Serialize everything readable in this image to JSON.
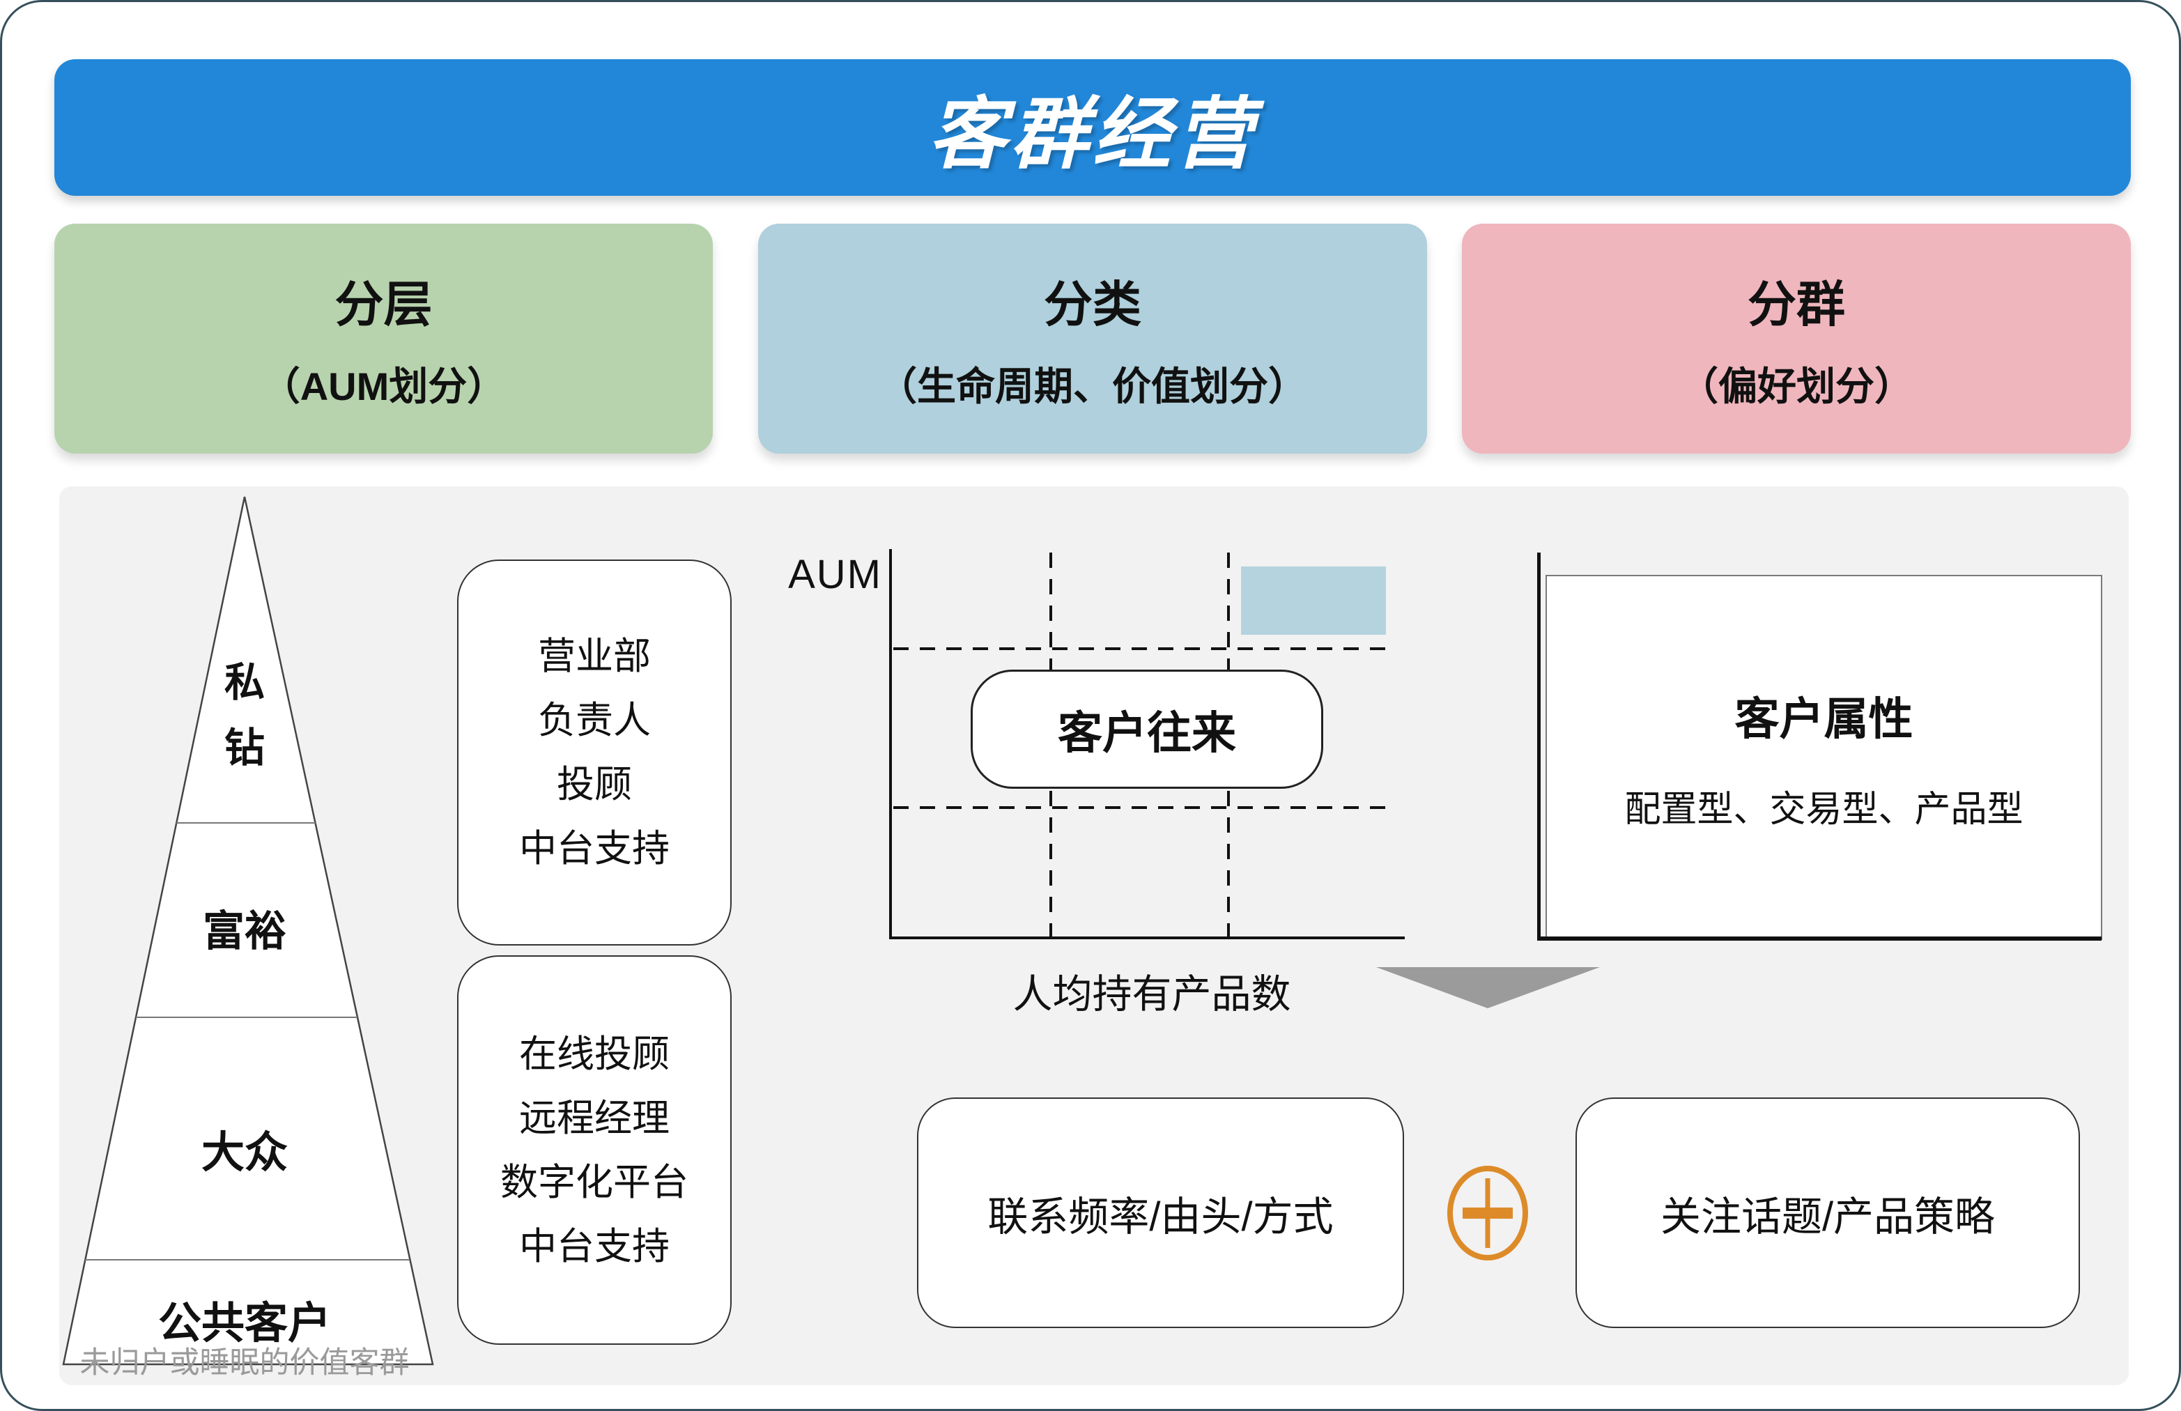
{
  "header": {
    "title": "客群经营",
    "background_color": "#2287d8"
  },
  "categories": [
    {
      "title": "分层",
      "subtitle": "（AUM划分）",
      "color": "#b7d3ae"
    },
    {
      "title": "分类",
      "subtitle": "（生命周期、价值划分）",
      "color": "#afd0dc"
    },
    {
      "title": "分群",
      "subtitle": "（偏好划分）",
      "color": "#efb6bd"
    }
  ],
  "pyramid": {
    "tiers": [
      {
        "lines": [
          "私",
          "钻"
        ]
      },
      {
        "lines": [
          "富裕"
        ]
      },
      {
        "lines": [
          "大众"
        ]
      },
      {
        "lines": [
          "公共客户"
        ]
      }
    ],
    "footnote": "未归户或睡眠的价值客群"
  },
  "service_boxes": [
    {
      "lines": [
        "营业部",
        "负责人",
        "投顾",
        "中台支持"
      ]
    },
    {
      "lines": [
        "在线投顾",
        "远程经理",
        "数字化平台",
        "中台支持"
      ]
    }
  ],
  "matrix_chart": {
    "y_axis_label": "AUM",
    "x_axis_label": "人均持有产品数",
    "center_label": "客户往来",
    "highlight_color": "#b5d3df"
  },
  "attribute_panel": {
    "title": "客户属性",
    "subtitle": "配置型、交易型、产品型"
  },
  "bottom": {
    "left_label": "联系频率/由头/方式",
    "right_label": "关注话题/产品策略",
    "plus_color": "#dd8b29",
    "arrow_color": "#9b9b9b"
  }
}
